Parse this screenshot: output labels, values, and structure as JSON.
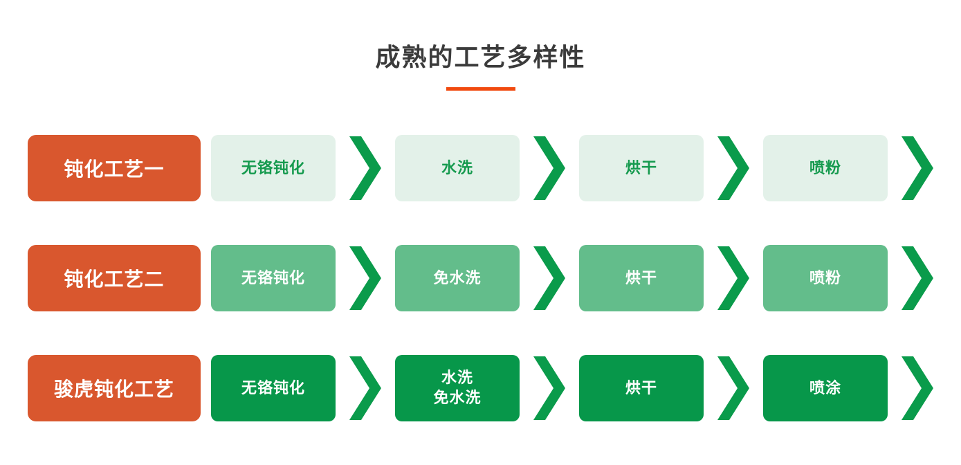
{
  "title": {
    "text": "成熟的工艺多样性"
  },
  "colors": {
    "label_orange": "#d9572e",
    "title_underline": "#f1490e",
    "title_text": "#3b3b3b",
    "chevron_green": "#0a9b4b",
    "row1_step_bg": "#e3f1e9",
    "row1_step_text": "#159a4e",
    "row2_step_bg": "#63bd8b",
    "row3_step_bg": "#07974a",
    "step_text_white": "#ffffff"
  },
  "rows": [
    {
      "label": "钝化工艺一",
      "steps": [
        "无铬钝化",
        "水洗",
        "烘干",
        "喷粉"
      ]
    },
    {
      "label": "钝化工艺二",
      "steps": [
        "无铬钝化",
        "免水洗",
        "烘干",
        "喷粉"
      ]
    },
    {
      "label": "骏虎钝化工艺",
      "steps": [
        "无铬钝化",
        "水洗\n免水洗",
        "烘干",
        "喷涂"
      ]
    }
  ]
}
